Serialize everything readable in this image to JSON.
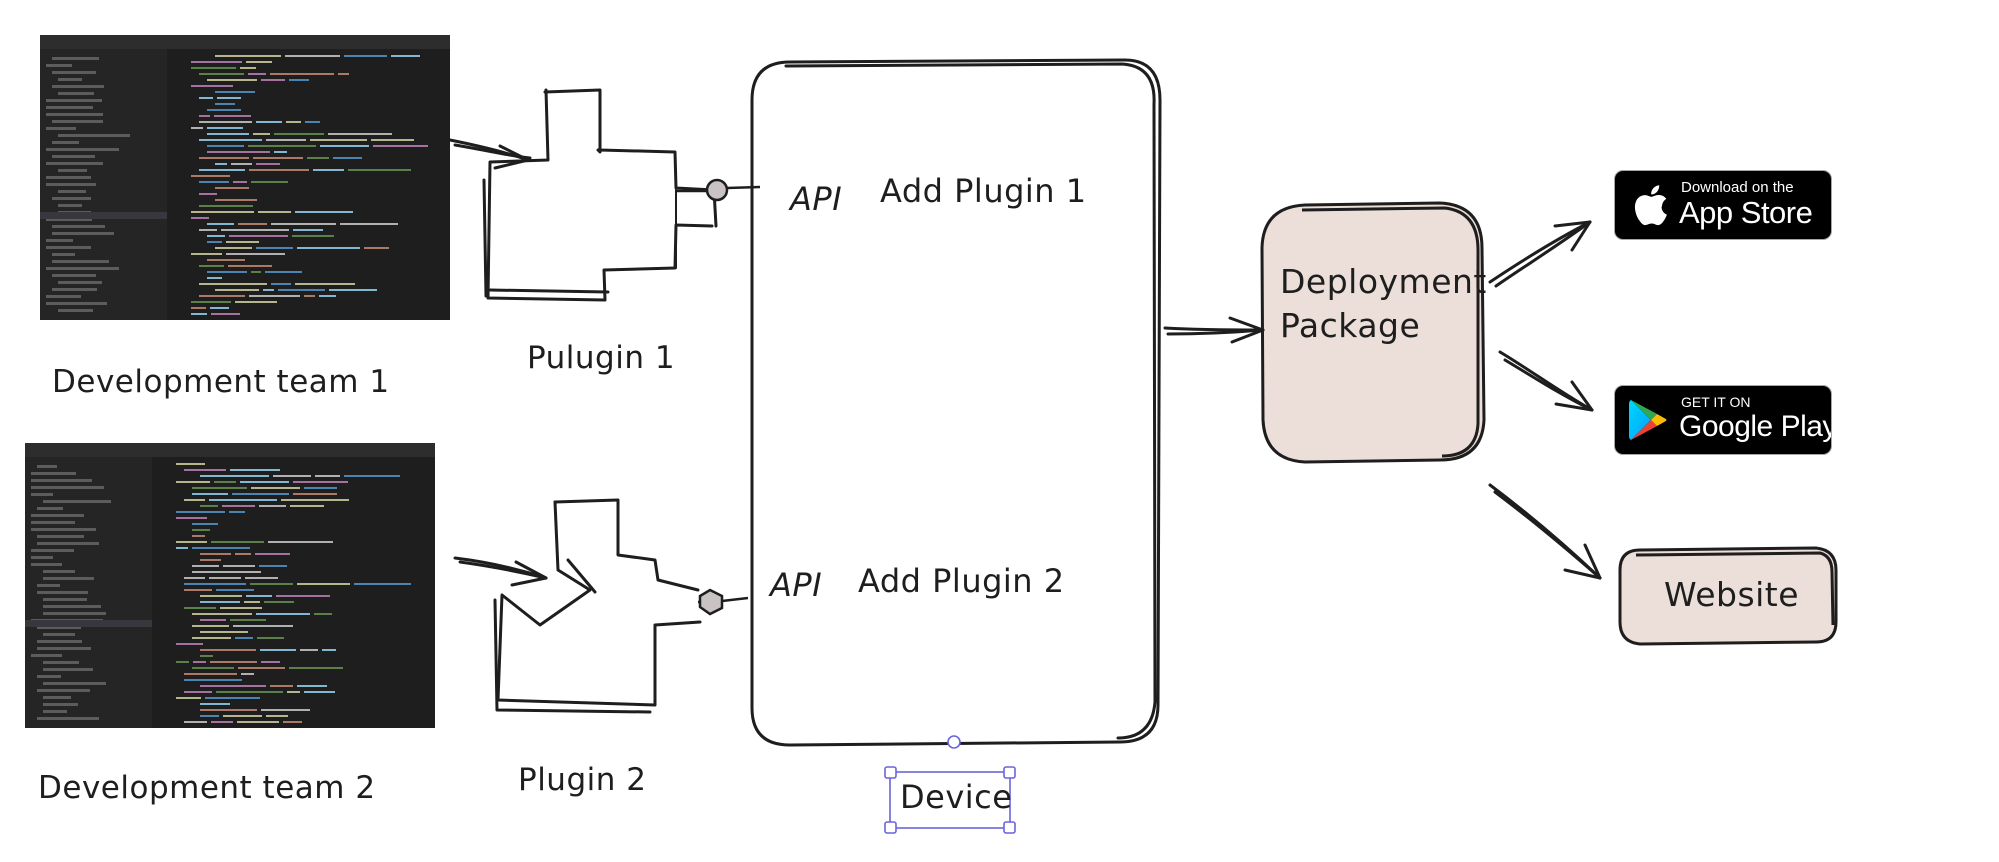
{
  "teams": [
    {
      "label": "Development team 1"
    },
    {
      "label": "Development team 2"
    }
  ],
  "plugins": [
    {
      "label": "Pulugin 1",
      "api_label": "API",
      "action_label": "Add Plugin 1"
    },
    {
      "label": "Plugin 2",
      "api_label": "API",
      "action_label": "Add Plugin 2"
    }
  ],
  "device": {
    "label": "Device"
  },
  "deployment": {
    "label_line1": "Deployment",
    "label_line2": "Package"
  },
  "targets": {
    "app_store": {
      "small": "Download on the",
      "big": "App Store",
      "icon": "apple-icon"
    },
    "google_play": {
      "small": "GET IT ON",
      "big": "Google Play",
      "icon": "google-play-icon"
    },
    "website": {
      "label": "Website"
    }
  },
  "colors": {
    "stroke": "#1e1e1e",
    "box_fill": "#ecdfd9",
    "selection": "#6965db",
    "badge_bg": "#000000"
  }
}
